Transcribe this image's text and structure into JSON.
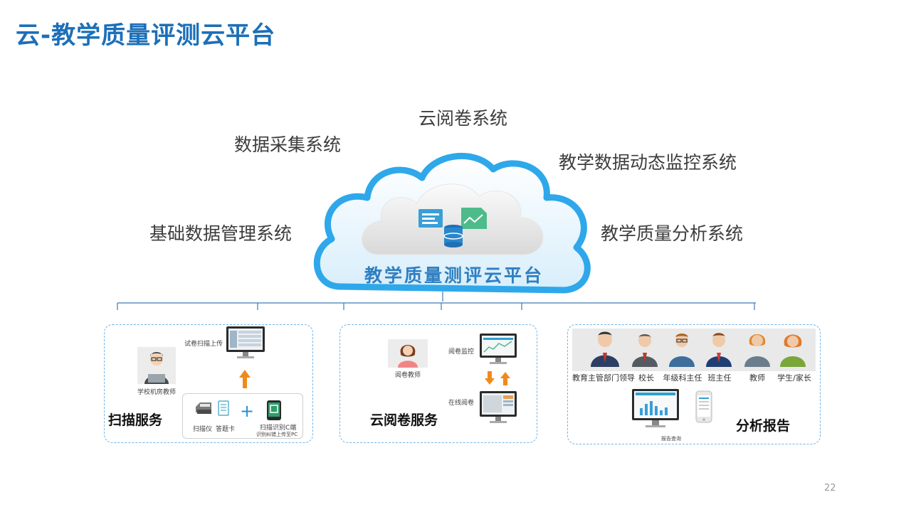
{
  "title": "云-教学质量评测云平台",
  "systems": {
    "cloud_reading": "云阅卷系统",
    "data_collection": "数据采集系统",
    "dynamic_monitoring": "教学数据动态监控系统",
    "basic_data": "基础数据管理系统",
    "quality_analysis": "教学质量分析系统"
  },
  "cloud": {
    "label": "教学质量测评云平台",
    "icons": [
      "document-icon",
      "chart-document-icon",
      "database-icon"
    ]
  },
  "panels": {
    "scan": {
      "upload_label": "试卷扫描上传",
      "teacher_label": "学校机房教师",
      "scanner_label": "扫描仪",
      "card_label": "答题卡",
      "plus": "+",
      "client_label": "扫描识别C端",
      "client_sub": "识别纠错上传至PC",
      "service_title": "扫描服务"
    },
    "reading": {
      "teacher_label": "阅卷教师",
      "monitor_label": "阅卷监控",
      "online_label": "在线阅卷",
      "service_title": "云阅卷服务"
    },
    "report": {
      "roles": [
        "教育主管部门领导",
        "校长",
        "年级科主任",
        "班主任",
        "教师",
        "学生/家长"
      ],
      "query_label": "报告查询",
      "service_title": "分析报告"
    }
  },
  "colors": {
    "title": "#1c6fb8",
    "cloud_outline": "#2ea8ea",
    "cloud_label": "#2f7fc1",
    "arrow": "#f08a1c",
    "panel_border": "#72b4e6"
  },
  "page_number": "22"
}
